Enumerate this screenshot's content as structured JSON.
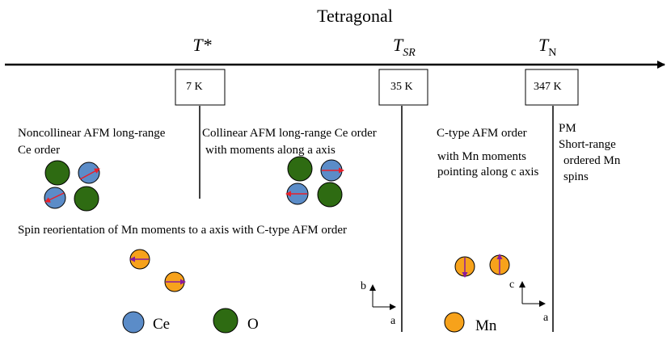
{
  "title": "Tetragonal",
  "transitions": [
    {
      "symbol": "T*",
      "subscript": "",
      "temperature": "7 K"
    },
    {
      "symbol": "T",
      "subscript": "SR",
      "temperature": "35 K"
    },
    {
      "symbol": "T",
      "subscript": "N",
      "temperature": "347 K"
    }
  ],
  "regions": {
    "noncollinear": [
      "Noncollinear AFM long-range",
      "Ce order"
    ],
    "collinear": [
      "Collinear AFM long-range Ce order",
      "with moments  along a axis"
    ],
    "spin_reorientation": "Spin reorientation of Mn moments to a axis with C-type AFM order",
    "ctype_title": "C-type AFM order",
    "ctype_detail": [
      "with Mn moments",
      "pointing along c axis"
    ],
    "pm": [
      "PM",
      "Short-range",
      "ordered Mn",
      "spins"
    ]
  },
  "axes": {
    "left": {
      "vertical": "b",
      "horizontal": "a"
    },
    "right": {
      "vertical": "c",
      "horizontal": "a"
    }
  },
  "legend": {
    "ce": "Ce",
    "o": "O",
    "mn": "Mn"
  },
  "colors": {
    "ce": "#5b8cc8",
    "o": "#2e6b12",
    "mn": "#f7a21b",
    "arrow_red": "#e8202a",
    "arrow_purple": "#8b1a9c"
  }
}
